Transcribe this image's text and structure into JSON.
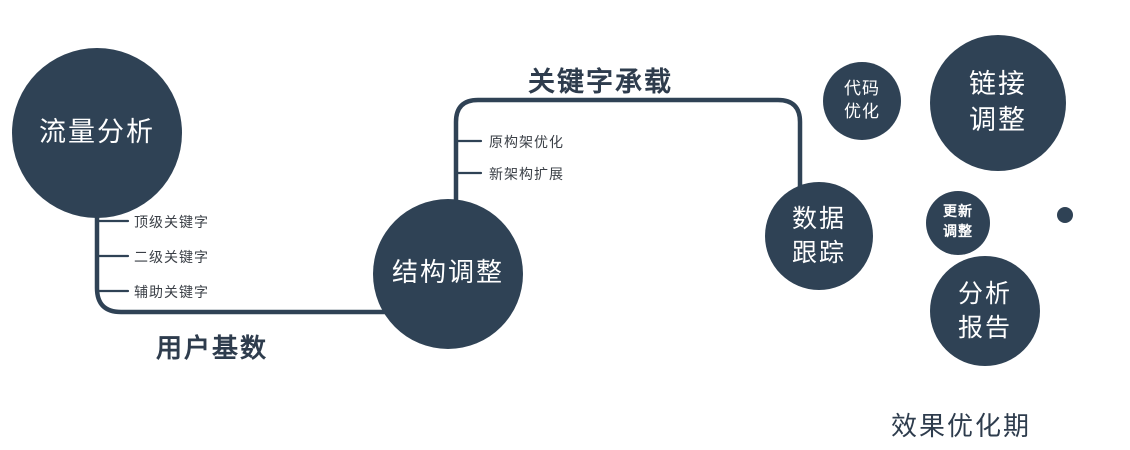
{
  "colors": {
    "primary": "#2f4255",
    "label_text": "#2e3c4d"
  },
  "diagram": {
    "nodes": {
      "traffic_analysis": {
        "label": "流量分析"
      },
      "structure_adjust": {
        "label": "结构调整"
      },
      "data_tracking": {
        "label": "数据\n跟踪"
      },
      "code_optimize": {
        "label": "代码\n优化"
      },
      "link_adjust": {
        "label": "链接\n调整"
      },
      "update_adjust": {
        "label": "更新\n调整"
      },
      "analysis_report": {
        "label": "分析\n报告"
      }
    },
    "edge_labels": {
      "user_base": "用户基数",
      "keyword_carry": "关键字承载"
    },
    "branch_labels": {
      "left": [
        "顶级关键字",
        "二级关键字",
        "辅助关键字"
      ],
      "middle": [
        "原构架优化",
        "新架构扩展"
      ]
    },
    "caption": "效果优化期"
  }
}
